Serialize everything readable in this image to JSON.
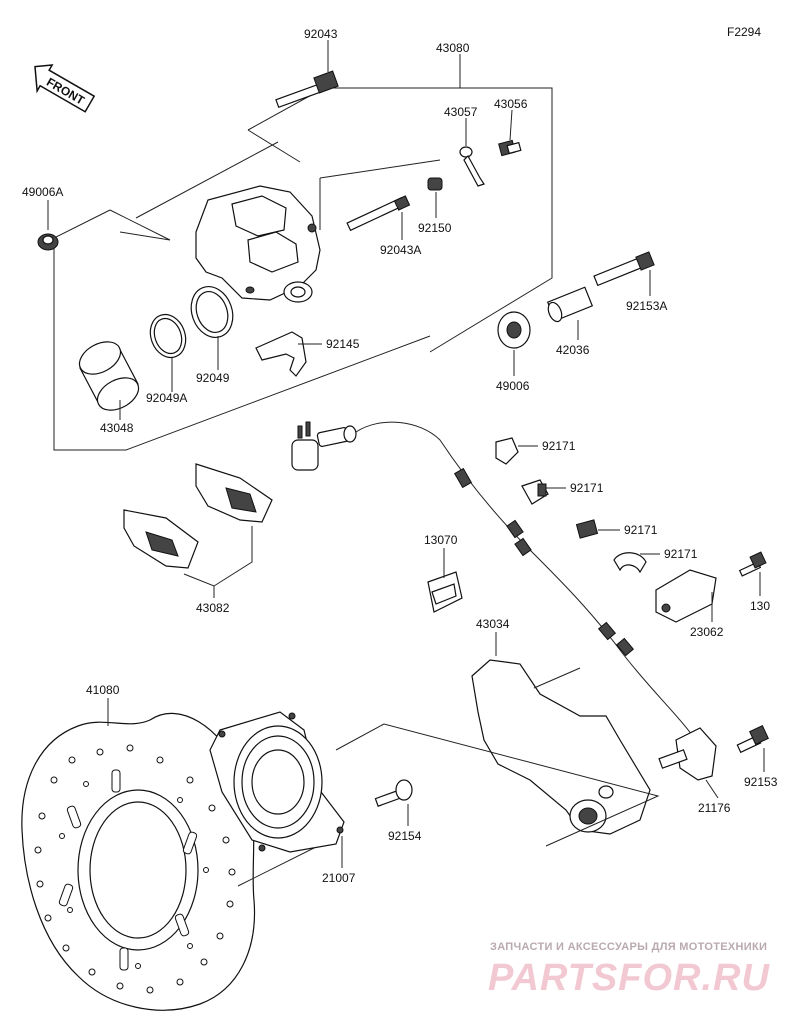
{
  "figure_code": "F2294",
  "direction_label": "FRONT",
  "part_numbers": {
    "p92043": "92043",
    "p43080": "43080",
    "p43057": "43057",
    "p43056": "43056",
    "p49006A": "49006A",
    "p92150": "92150",
    "p92043A": "92043A",
    "p92153A": "92153A",
    "p92145": "92145",
    "p42036": "42036",
    "p49006": "49006",
    "p92049": "92049",
    "p92049A": "92049A",
    "p43048": "43048",
    "p92171a": "92171",
    "p92171b": "92171",
    "p92171c": "92171",
    "p92171d": "92171",
    "p43082": "43082",
    "p13070": "13070",
    "p130": "130",
    "p23062": "23062",
    "p43034": "43034",
    "p41080": "41080",
    "p92153": "92153",
    "p21176": "21176",
    "p92154": "92154",
    "p21007": "21007"
  },
  "watermark": {
    "tagline": "ЗАПЧАСТИ И АКСЕССУАРЫ ДЛЯ МОТОТЕХНИКИ",
    "brand": "PARTSFOR.RU"
  }
}
